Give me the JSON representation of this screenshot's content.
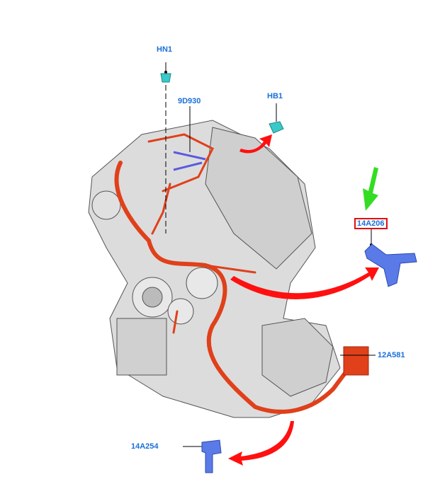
{
  "diagram": {
    "callouts": [
      {
        "id": "HN1",
        "label": "HN1"
      },
      {
        "id": "9D930",
        "label": "9D930"
      },
      {
        "id": "HB1",
        "label": "HB1"
      },
      {
        "id": "14A206",
        "label": "14A206",
        "highlighted": true
      },
      {
        "id": "12A581",
        "label": "12A581"
      },
      {
        "id": "14A254",
        "label": "14A254"
      }
    ],
    "colors": {
      "label": "#1a6fd8",
      "harness": "#e0401a",
      "arrow": "#ff1010",
      "pointer": "#33dd22",
      "bracket": "#4a6fe0",
      "engine": "#d8d8d8"
    }
  }
}
